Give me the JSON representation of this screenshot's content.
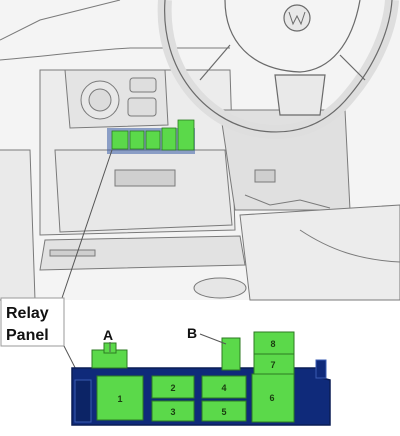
{
  "labels": {
    "relay_panel_line1": "Relay",
    "relay_panel_line2": "Panel",
    "callout_a": "A",
    "callout_b": "B"
  },
  "relays": [
    "1",
    "2",
    "3",
    "4",
    "5",
    "6",
    "7",
    "8"
  ],
  "colors": {
    "relay_green": "#5bd94a",
    "panel_blue": "#0f2a7a",
    "line_gray": "#555555"
  }
}
